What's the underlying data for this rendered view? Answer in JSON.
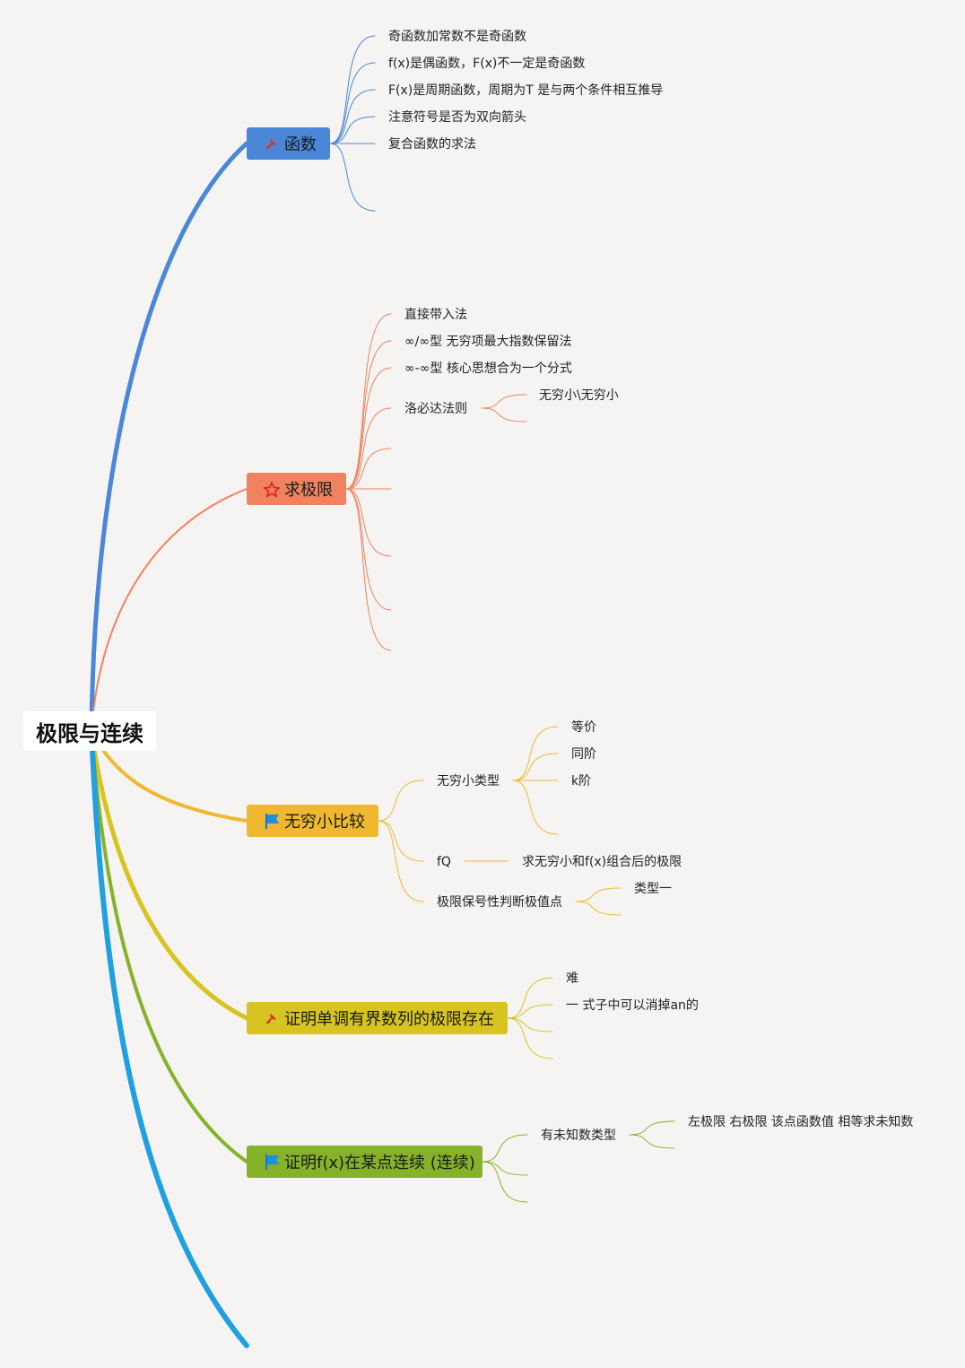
{
  "root": {
    "label": "极限与连续"
  },
  "colors": {
    "blue": "#4a87d8",
    "orange": "#f0825f",
    "amber": "#f0b830",
    "mustard": "#d8c420",
    "green": "#86b22a",
    "cyan": "#20a0e0"
  },
  "branches": [
    {
      "label": "函数",
      "icon": "pin-icon",
      "color": "#4a87d8",
      "children": [
        "奇函数加常数不是奇函数",
        "f(x)是偶函数，F(x)不一定是奇函数",
        "F(x)是周期函数，周期为T 是与两个条件相互推导",
        "注意符号是否为双向箭头",
        "复合函数的求法"
      ]
    },
    {
      "label": "求极限",
      "icon": "star-icon",
      "color": "#f0825f",
      "children": [
        "直接带入法",
        "∞/∞型 无穷项最大指数保留法",
        "∞-∞型 核心思想合为一个分式",
        {
          "label": "洛必达法则",
          "children": [
            "无穷小\\无穷小"
          ]
        }
      ]
    },
    {
      "label": "无穷小比较",
      "icon": "flag-icon",
      "color": "#f0b830",
      "children": [
        {
          "label": "无穷小类型",
          "children": [
            "等价",
            "同阶",
            "k阶"
          ]
        },
        {
          "label": "fQ",
          "children": [
            "求无穷小和f(x)组合后的极限"
          ]
        },
        {
          "label": "极限保号性判断极值点",
          "children": [
            "类型一"
          ]
        }
      ]
    },
    {
      "label": "证明单调有界数列的极限存在",
      "icon": "pin-icon",
      "color": "#d8c420",
      "children": [
        "难",
        "一 式子中可以消掉an的"
      ]
    },
    {
      "label": "证明f(x)在某点连续 (连续)",
      "icon": "flag-icon",
      "color": "#86b22a",
      "children": [
        {
          "label": "有未知数类型",
          "children": [
            "左极限 右极限 该点函数值 相等求未知数"
          ]
        }
      ]
    }
  ]
}
